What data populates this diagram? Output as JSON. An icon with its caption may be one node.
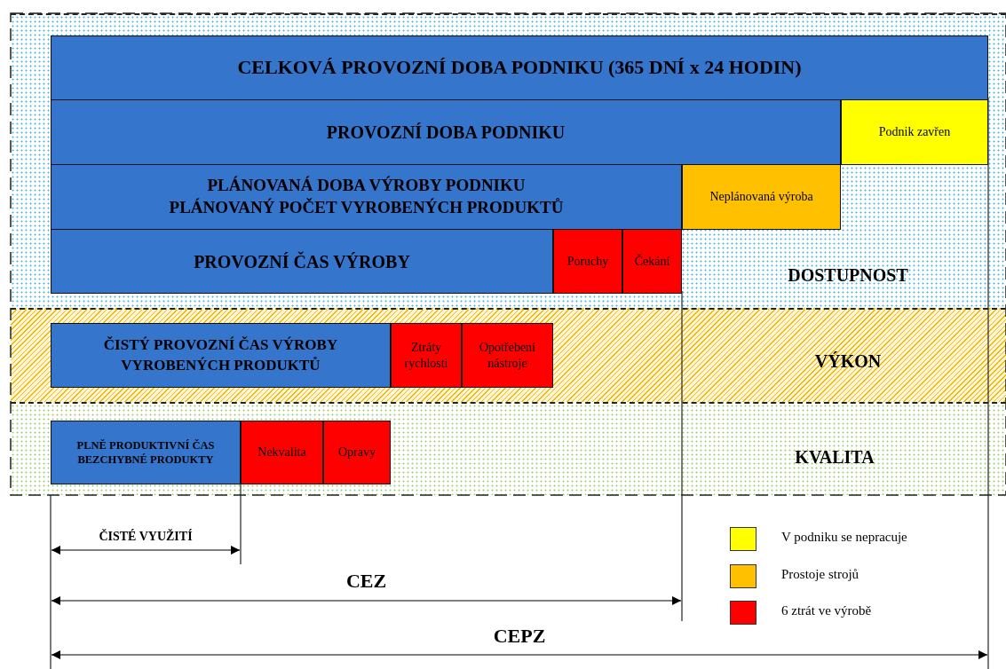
{
  "diagram": {
    "nodes": [
      {
        "text": [
          "DOSTUPNOST"
        ]
      },
      {
        "text": [
          "CELKOVÁ PROVOZNÍ DOBA PODNIKU (365 DNÍ x 24 HODIN)"
        ],
        "in": 0
      },
      {
        "text": [
          "PROVOZNÍ DOBA PODNIKU"
        ],
        "in": 0
      },
      {
        "text": [
          "Podnik zavřen"
        ],
        "in": 0
      },
      {
        "text": [
          "PLÁNOVANÁ DOBA VÝROBY PODNIKU",
          "PLÁNOVANÝ POČET VYROBENÝCH PRODUKTŮ"
        ],
        "in": 0
      },
      {
        "text": [
          "Neplánovaná výroba"
        ],
        "in": 0
      },
      {
        "text": [
          "PROVOZNÍ ČAS VÝROBY"
        ],
        "in": 0
      },
      {
        "text": [
          "Poruchy"
        ],
        "in": 0
      },
      {
        "text": [
          "Čekání"
        ],
        "in": 0
      },
      {
        "text": [
          "VÝKON"
        ]
      },
      {
        "text": [
          "ČISTÝ PROVOZNÍ ČAS VÝROBY",
          "VYROBENÝCH PRODUKTŮ"
        ],
        "in": 9
      },
      {
        "text": [
          "Ztráty rychlosti"
        ],
        "in": 9
      },
      {
        "text": [
          "Opotřebení nástroje"
        ],
        "in": 9
      },
      {
        "text": [
          "KVALITA"
        ]
      },
      {
        "text": [
          "PLNĚ PRODUKTIVNÍ ČAS",
          "BEZCHYBNÉ PRODUKTY"
        ],
        "in": 13
      },
      {
        "text": [
          "Nekvalita"
        ],
        "in": 13
      },
      {
        "text": [
          "Opravy"
        ],
        "in": 13
      }
    ],
    "edges": [],
    "labels": [
      "ČISTÉ VYUŽITÍ",
      "CEZ",
      "CEPZ"
    ],
    "legend": [
      {
        "text": "V podniku se nepracuje",
        "color": "#ffff00"
      },
      {
        "text": "Prostoje strojů",
        "color": "#ffc000"
      },
      {
        "text": "6 ztrát ve výrobě",
        "color": "#ff0000"
      }
    ]
  }
}
